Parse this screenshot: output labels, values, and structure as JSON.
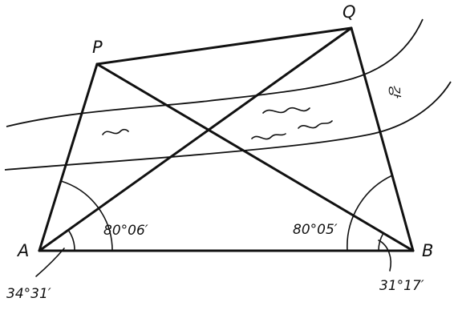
{
  "points": {
    "p": "P",
    "q": "Q",
    "a": "A",
    "b": "B"
  },
  "angles": {
    "a_outer": "80°06′",
    "b_outer": "80°05′",
    "a_inner": "34°31′",
    "b_inner": "31°17′"
  },
  "river_label": "강"
}
